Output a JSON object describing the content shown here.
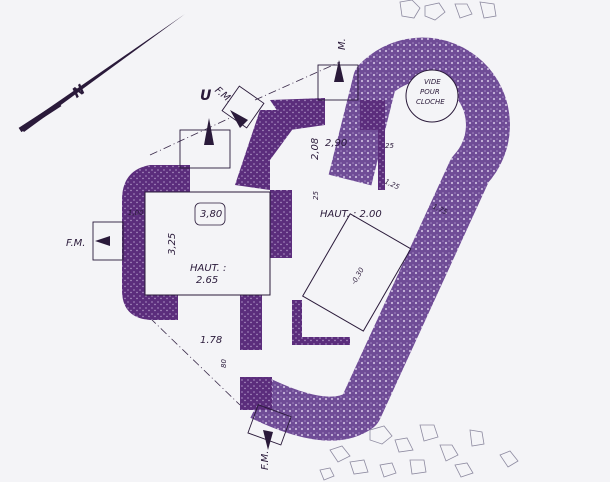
{
  "title": "Plan de blockhaus",
  "north": "N",
  "cloche": [
    "VIDE",
    "POUR",
    "CLOCHE"
  ],
  "embrasures": {
    "west": "F.M.",
    "north_west": "F.M.",
    "south": "F.M.",
    "north": "M.",
    "north_extra": "U"
  },
  "rooms": {
    "left": {
      "height_label": "HAUT. :",
      "height_value": "2.65",
      "width": "3,80",
      "depth": "3,25"
    },
    "right": {
      "height_label": "HAUT. : 2.00",
      "width": "2,90",
      "depth": "2,08"
    }
  },
  "dimensions": {
    "wall_thin_a": "25",
    "wall_thin_b": "25",
    "passage": "1,25",
    "outer_wall": "1,75",
    "left_wall": "1,00",
    "entry": "1.78",
    "step": "80",
    "pit": "-0,30"
  },
  "colors": {
    "wall": "#5b2d7c",
    "line": "#3a2a4a",
    "paper": "#f4f4f7"
  }
}
